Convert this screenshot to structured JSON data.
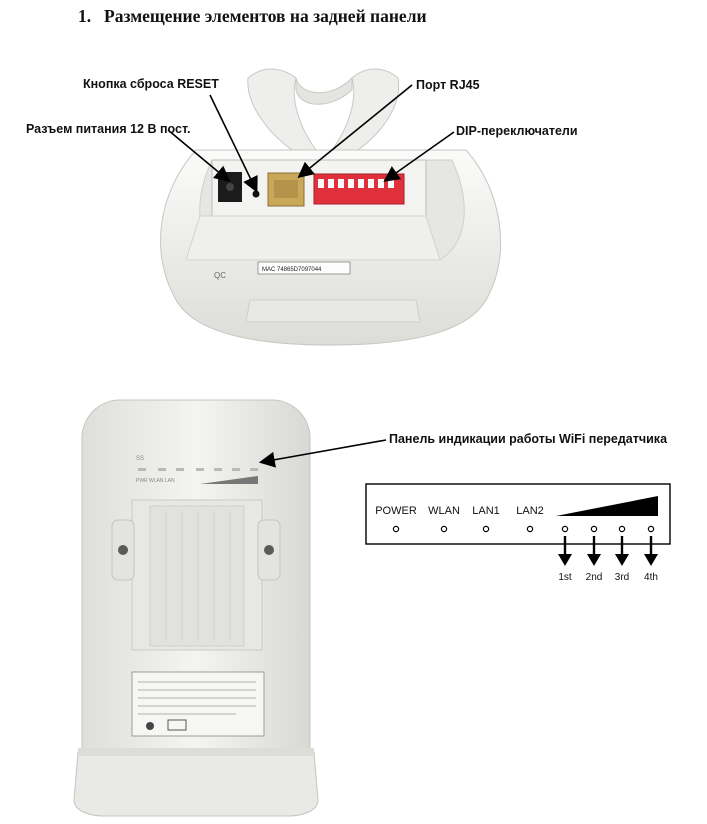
{
  "section": {
    "number": "1.",
    "title": "Размещение элементов на задней панели"
  },
  "callouts": {
    "reset": "Кнопка сброса RESET",
    "power": "Разъем питания 12 В пост.",
    "rj45": "Порт  RJ45",
    "dip": "DIP-переключатели",
    "wifi_panel": "Панель индикации работы WiFi передатчика"
  },
  "device_top": {
    "barcode": "MAC 74865D7097044",
    "qc_stamp": "QC"
  },
  "indicator_panel": {
    "labels": [
      "POWER",
      "WLAN",
      "LAN1",
      "LAN2"
    ],
    "signal_levels": [
      "1st",
      "2nd",
      "3rd",
      "4th"
    ]
  },
  "device_front": {
    "top_marks": "SS",
    "led_labels": "PWR  WLAN  LAN"
  },
  "colors": {
    "dip_switch": "#e0303c",
    "rj45_port": "#c9a85a",
    "device_body": "#f1f1ef"
  }
}
